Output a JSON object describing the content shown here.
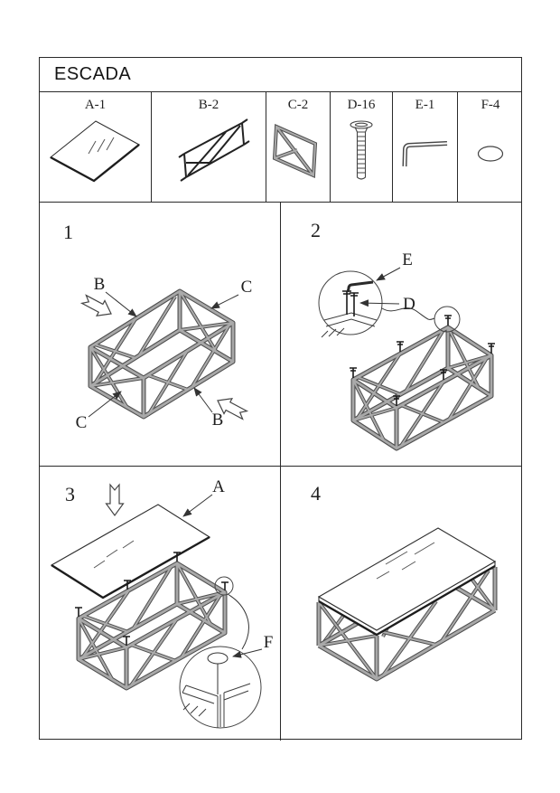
{
  "title": "ESCADA",
  "parts": [
    {
      "label": "A-1",
      "name": "glass-top"
    },
    {
      "label": "B-2",
      "name": "side-frame"
    },
    {
      "label": "C-2",
      "name": "end-frame"
    },
    {
      "label": "D-16",
      "name": "bolt"
    },
    {
      "label": "E-1",
      "name": "allen-key"
    },
    {
      "label": "F-4",
      "name": "glide-pad"
    }
  ],
  "steps": {
    "step1": {
      "number": "1",
      "labels": {
        "b_top": "B",
        "c_right": "C",
        "c_left": "C",
        "b_bottom": "B"
      }
    },
    "step2": {
      "number": "2",
      "labels": {
        "e": "E",
        "d": "D"
      }
    },
    "step3": {
      "number": "3",
      "labels": {
        "a": "A",
        "f": "F"
      }
    },
    "step4": {
      "number": "4"
    }
  },
  "colors": {
    "line": "#333333",
    "tube": "#a8a8a8",
    "tube_edge": "#4f4f4f"
  }
}
